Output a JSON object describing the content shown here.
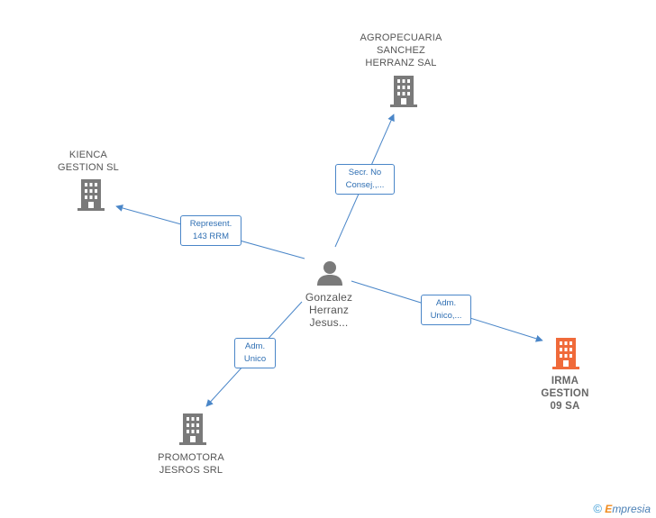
{
  "colors": {
    "edge": "#4a86c8",
    "company_icon": "#7a7a7a",
    "highlight_icon": "#f06a3a",
    "person_icon": "#7a7a7a"
  },
  "person": {
    "name": "Gonzalez\nHerranz\nJesus..."
  },
  "companies": {
    "agropecuaria": {
      "name": "AGROPECUARIA\nSANCHEZ\nHERRANZ SAL",
      "icon": "building-icon"
    },
    "kienca": {
      "name": "KIENCA\nGESTION SL",
      "icon": "building-icon"
    },
    "irma": {
      "name": "IRMA\nGESTION\n09 SA",
      "icon": "building-icon",
      "highlight": true
    },
    "promotora": {
      "name": "PROMOTORA\nJESROS SRL",
      "icon": "building-icon"
    }
  },
  "relations": {
    "agropecuaria": "Secr.  No\nConsej.,...",
    "kienca": "Represent.\n143 RRM",
    "irma": "Adm.\nUnico,...",
    "promotora": "Adm.\nUnico"
  },
  "footer": {
    "copyright": "©",
    "brand_first": "E",
    "brand_rest": "mpresia"
  }
}
